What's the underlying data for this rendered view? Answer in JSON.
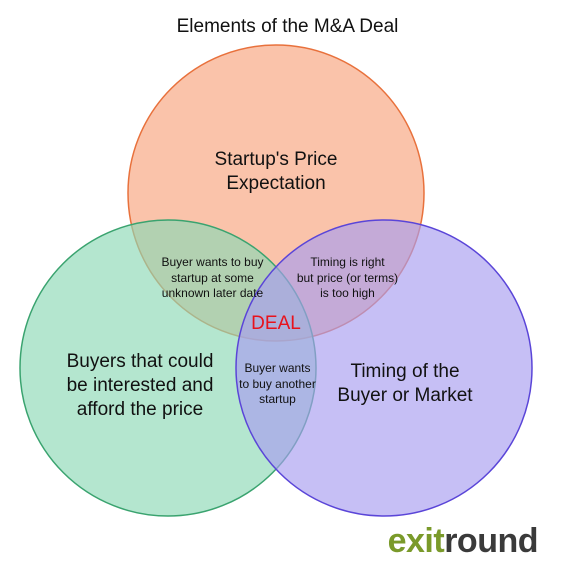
{
  "title": "Elements of the M&A Deal",
  "circles": {
    "top": {
      "label_line1": "Startup's Price",
      "label_line2": "Expectation",
      "fill": "#f7a37c",
      "stroke": "#e8713c"
    },
    "left": {
      "label_line1": "Buyers that could",
      "label_line2": "be interested and",
      "label_line3": "afford the price",
      "fill": "#8cd9b6",
      "stroke": "#3aa36f"
    },
    "right": {
      "label_line1": "Timing of the",
      "label_line2": "Buyer or Market",
      "fill": "#a79cf0",
      "stroke": "#5a45d8"
    }
  },
  "overlaps": {
    "top_left": {
      "line1": "Buyer wants to buy",
      "line2": "startup at some",
      "line3": "unknown later date"
    },
    "top_right": {
      "line1": "Timing is right",
      "line2": "but price (or terms)",
      "line3": "is too high"
    },
    "left_right": {
      "line1": "Buyer wants",
      "line2": "to buy another",
      "line3": "startup"
    },
    "center": "DEAL"
  },
  "logo": {
    "part1": "exit",
    "part2": "round"
  }
}
